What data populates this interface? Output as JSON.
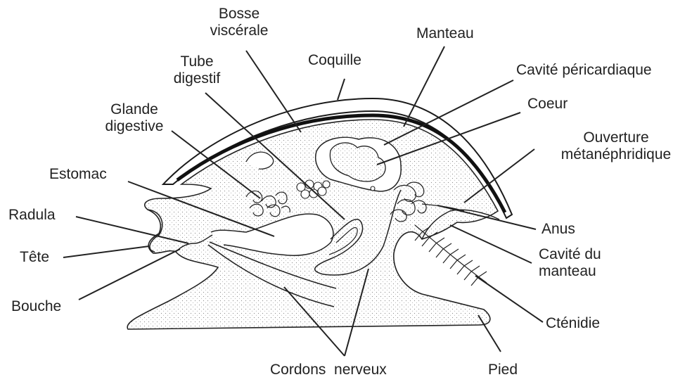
{
  "colors": {
    "ink": "#222222",
    "shell": "#1a1a1a",
    "stipple": "#8a8a8a",
    "background": "#ffffff"
  },
  "labels": {
    "bosse_line1": "Bosse",
    "bosse_line2": "viscérale",
    "manteau": "Manteau",
    "coquille": "Coquille",
    "tube_line1": "Tube",
    "tube_line2": "digestif",
    "cavite_pericardiaque": "Cavité péricardiaque",
    "glande_line1": "Glande",
    "glande_line2": "digestive",
    "coeur": "Coeur",
    "ouverture_line1": "Ouverture",
    "ouverture_line2": "métanéphridique",
    "estomac": "Estomac",
    "radula": "Radula",
    "anus": "Anus",
    "tete": "Tête",
    "cavite_du_line1": "Cavité  du",
    "cavite_du_line2": "manteau",
    "bouche": "Bouche",
    "ctenidie": "Cténidie",
    "pied": "Pied",
    "cordons": "Cordons  nerveux"
  }
}
